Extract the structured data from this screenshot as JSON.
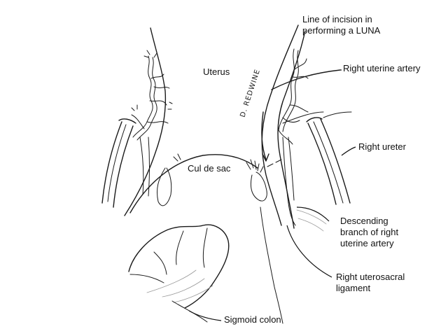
{
  "labels": {
    "uterus": "Uterus",
    "incision_line_1": "Line of incision in",
    "incision_line_2": "performing a LUNA",
    "right_uterine_artery": "Right uterine artery",
    "right_ureter": "Right ureter",
    "cul_de_sac": "Cul de sac",
    "descending_branch_1": "Descending",
    "descending_branch_2": "branch of right",
    "descending_branch_3": "uterine artery",
    "uterosacral_1": "Right uterosacral",
    "uterosacral_2": "ligament",
    "sigmoid_colon": "Sigmoid colon"
  },
  "signature": "D. REDWINE"
}
